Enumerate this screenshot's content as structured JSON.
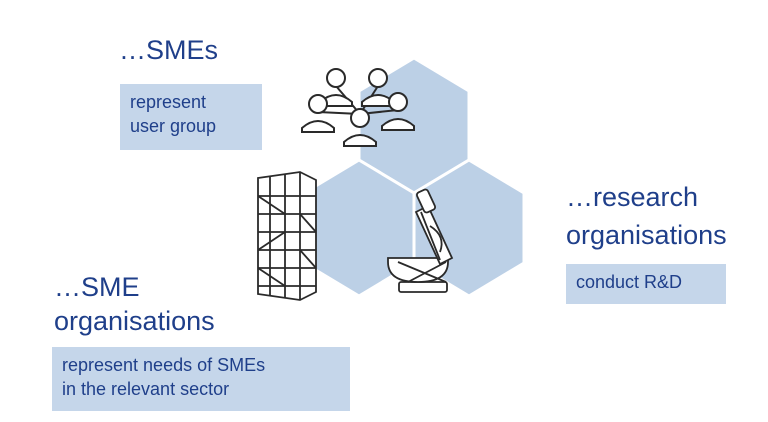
{
  "groups": {
    "smes": {
      "heading": "…SMEs",
      "description_line1": "represent",
      "description_line2": "user group"
    },
    "sme_organisations": {
      "heading_line1": "…SME",
      "heading_line2": "organisations",
      "description_line1": "represent needs of SMEs",
      "description_line2": "in the relevant sector"
    },
    "research_organisations": {
      "heading_line1": "…research",
      "heading_line2": "organisations",
      "description": "conduct R&D"
    }
  },
  "icons": {
    "top": "people-network-icon",
    "left": "building-frame-icon",
    "right": "microscope-icon"
  },
  "colors": {
    "text": "#1f3f8a",
    "box_fill": "#c5d6ea",
    "hexagon_fill": "#bcd0e6",
    "icon_stroke": "#2a2a2a"
  }
}
